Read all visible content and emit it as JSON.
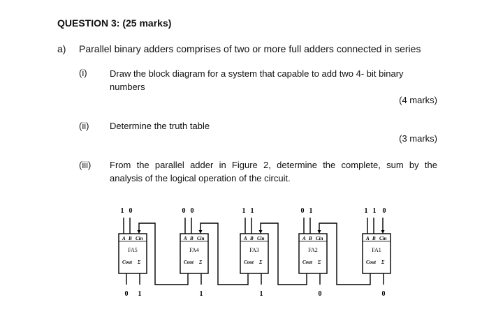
{
  "question": {
    "heading": "QUESTION 3: (25 marks)"
  },
  "part_a": {
    "label": "a)",
    "text": "Parallel binary adders comprises of two or more full adders connected in series",
    "items": [
      {
        "num": "(i)",
        "text_line1": "Draw the block diagram for a system that capable to add two 4- bit binary",
        "text_line2": "numbers",
        "marks": "(4 marks)"
      },
      {
        "num": "(ii)",
        "text_line1": "Determine the truth table",
        "marks": "(3 marks)"
      },
      {
        "num": "(iii)",
        "text_line1": "From the parallel adder in Figure 2, determine the complete, sum by the",
        "text_line2": "analysis of the logical operation of the circuit."
      }
    ]
  },
  "circuit": {
    "pins": {
      "a": "A",
      "b": "B",
      "cin": "Cin",
      "cout": "Cout",
      "sum": "Σ"
    },
    "adders": [
      {
        "name": "FA5",
        "a": "1",
        "b": "0",
        "cout_out": "0",
        "sum_out": "1"
      },
      {
        "name": "FA4",
        "a": "0",
        "b": "0",
        "sum_out": "1"
      },
      {
        "name": "FA3",
        "a": "1",
        "b": "1",
        "sum_out": "1"
      },
      {
        "name": "FA2",
        "a": "0",
        "b": "1",
        "sum_out": "0"
      },
      {
        "name": "FA1",
        "a": "1",
        "b": "1",
        "cin": "0",
        "sum_out": "0"
      }
    ]
  }
}
